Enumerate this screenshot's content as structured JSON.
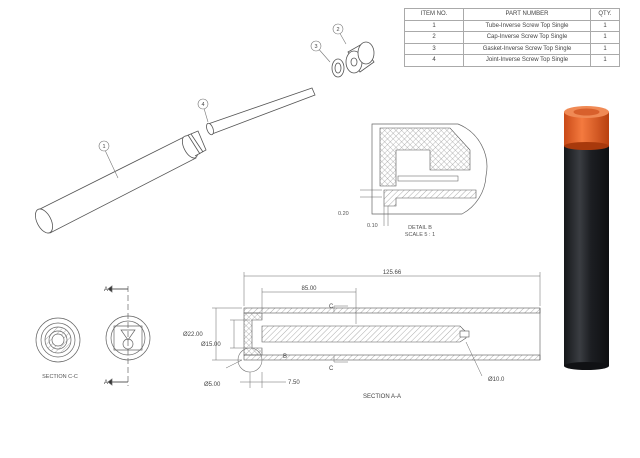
{
  "bom": {
    "headers": [
      "ITEM NO.",
      "PART NUMBER",
      "QTY."
    ],
    "rows": [
      [
        "1",
        "Tube-Inverse Screw Top Single",
        "1"
      ],
      [
        "2",
        "Cap-Inverse Screw Top Single",
        "1"
      ],
      [
        "3",
        "Gasket-Inverse Screw Top Single",
        "1"
      ],
      [
        "4",
        "Joint-Inverse Screw Top Single",
        "1"
      ]
    ]
  },
  "balloons": [
    "1",
    "2",
    "3",
    "4"
  ],
  "detail": {
    "title": "DETAIL B",
    "scale": "SCALE 5 : 1",
    "dim_gap": "0.20",
    "dim_offset": "0.10"
  },
  "section_aa": {
    "title": "SECTION A-A",
    "overall_length": "125.66",
    "inner_length": "85.00",
    "outer_dia": "Ø22.00",
    "inner_dia": "Ø15.00",
    "cone_tip_dia": "Ø10.0",
    "small_dia": "Ø5.00",
    "step": "7.50",
    "detail_ref": "B",
    "cut_label": "C"
  },
  "section_cc": {
    "title": "SECTION C-C"
  },
  "end_view": {
    "cut_label": "A"
  },
  "colors": {
    "tube": "#1e2024",
    "cap": "#e8612a",
    "line": "#555555",
    "hatch": "#888888"
  }
}
